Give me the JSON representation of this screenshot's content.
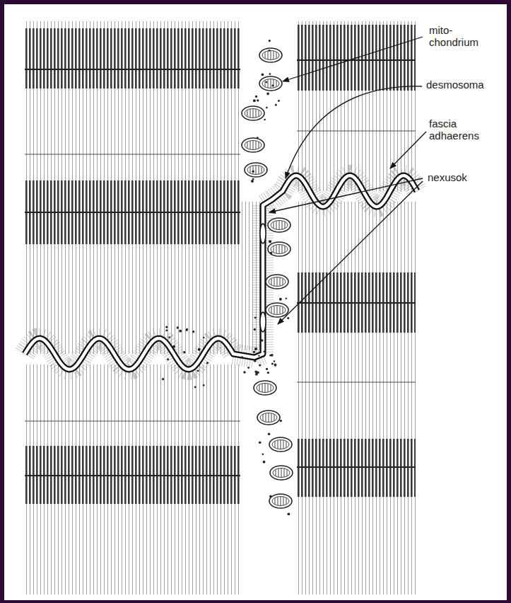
{
  "diagram": {
    "labels": [
      "mito- chondrium",
      "desmosoma",
      "fascia adhaerens",
      "nexusok"
    ]
  }
}
